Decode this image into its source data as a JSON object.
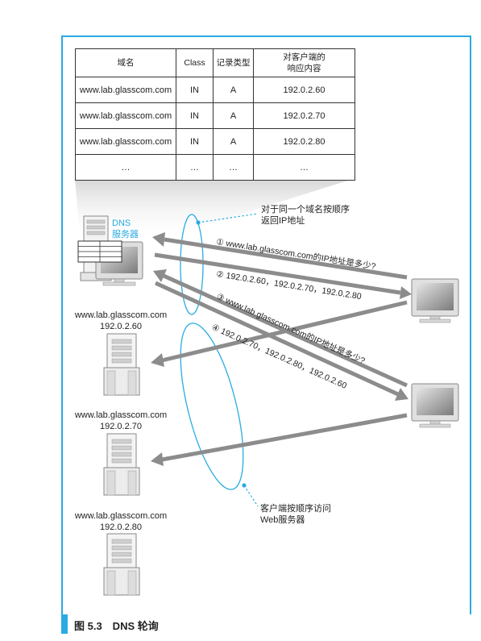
{
  "table": {
    "headers": [
      "域名",
      "Class",
      "记录类型",
      "对客户端的\n响应内容"
    ],
    "rows": [
      [
        "www.lab.glasscom.com",
        "IN",
        "A",
        "192.0.2.60"
      ],
      [
        "www.lab.glasscom.com",
        "IN",
        "A",
        "192.0.2.70"
      ],
      [
        "www.lab.glasscom.com",
        "IN",
        "A",
        "192.0.2.80"
      ],
      [
        "…",
        "…",
        "…",
        "…"
      ]
    ]
  },
  "dns_server": {
    "line1": "DNS",
    "line2": "服务器"
  },
  "note_top": {
    "line1": "对于同一个域名按顺序",
    "line2": "返回IP地址"
  },
  "note_bottom": {
    "line1": "客户端按顺序访问",
    "line2": "Web服务器"
  },
  "messages": [
    "① www.lab.glasscom.com的IP地址是多少?",
    "② 192.0.2.60，192.0.2.70，192.0.2.80",
    "③ www.lab.glasscom.com的IP地址是多少?",
    "④ 192.0.2.70，192.0.2.80，192.0.2.60"
  ],
  "web_servers": [
    {
      "name": "www.lab.glasscom.com",
      "ip": "192.0.2.60"
    },
    {
      "name": "www.lab.glasscom.com",
      "ip": "192.0.2.70"
    },
    {
      "name": "www.lab.glasscom.com",
      "ip": "192.0.2.80"
    }
  ],
  "caption": "图 5.3　DNS 轮询",
  "colors": {
    "accent": "#29abe2",
    "arrow": "#8c8c8c",
    "frame": "#29abe2"
  }
}
